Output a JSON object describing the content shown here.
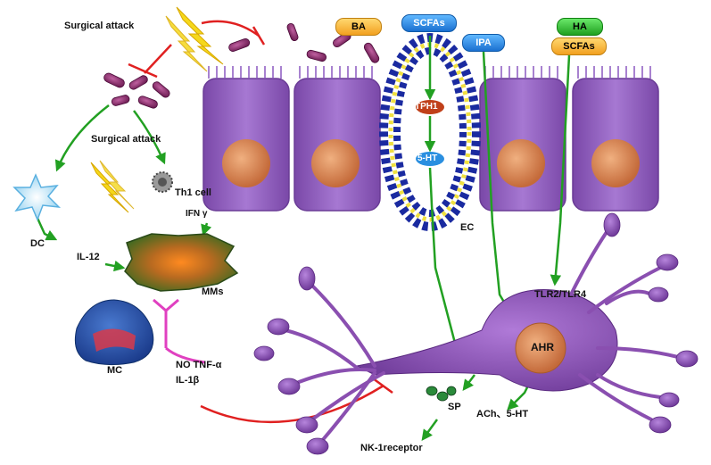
{
  "labels": {
    "surgical_attack_top": "Surgical attack",
    "surgical_attack_mid": "Surgical attack",
    "th1_cell": "Th1 cell",
    "ifn": "IFN γ",
    "dc": "DC",
    "il12": "IL-12",
    "mms": "MMs",
    "mc": "MC",
    "no_tnf": "NO  TNF-α",
    "il1b": "IL-1β",
    "tph1": "TPH1",
    "five_ht": "5-HT",
    "ec": "EC",
    "tlr": "TLR2/TLR4",
    "ahr": "AHR",
    "sp": "SP",
    "nk1": "NK-1receptor",
    "ach": "ACh、5-HT"
  },
  "metabolites": {
    "ba": "BA",
    "scfas1": "SCFAs",
    "ipa": "IPA",
    "ha": "HA",
    "scfas2": "SCFAs"
  },
  "colors": {
    "arrow_green": "#22a022",
    "inhibit_red": "#e02020",
    "cell_purple": "#9b6cc7",
    "neuron_purple": "#8a4fb0",
    "nucleus": "#d98f5a",
    "mc_pink": "#e040c0",
    "ba_orange": "#f2b232",
    "scfa_blue": "#2a8fe0",
    "ha_green": "#36c23a"
  }
}
